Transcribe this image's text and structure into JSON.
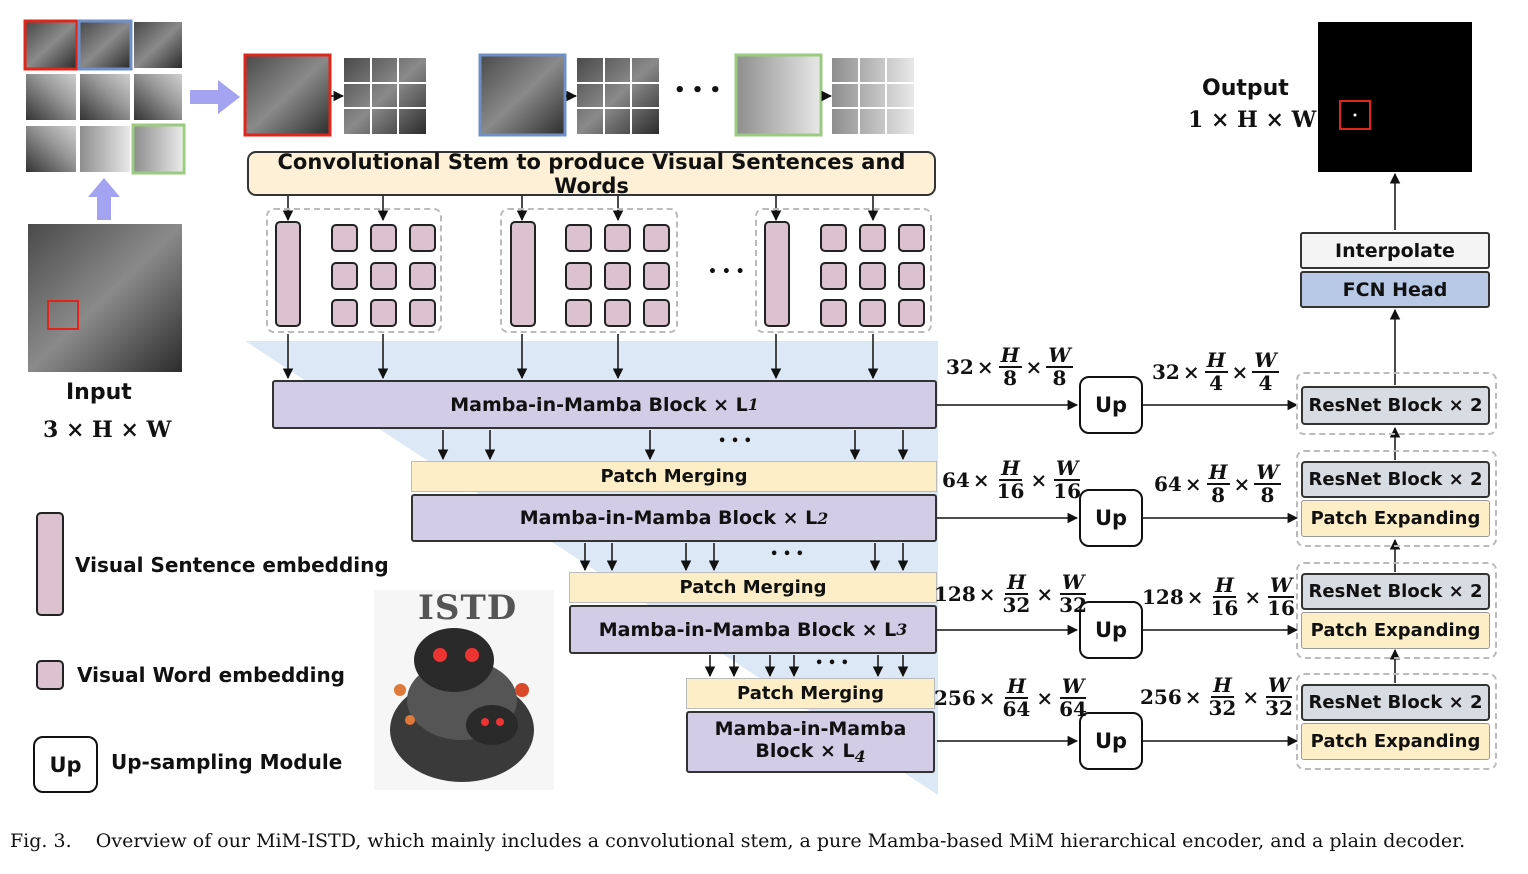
{
  "stem_label": "Convolutional Stem to produce Visual Sentences and Words",
  "input": {
    "title": "Input",
    "dims": "3 × H × W"
  },
  "output": {
    "title": "Output",
    "dims": "1 × H × W"
  },
  "ellipsis": "• • •",
  "dots_small": "• • •",
  "encoder": {
    "block1": "Mamba-in-Mamba Block × L",
    "block1_sub": "1",
    "block2": "Mamba-in-Mamba Block × L",
    "block2_sub": "2",
    "block3": "Mamba-in-Mamba Block × L",
    "block3_sub": "3",
    "block4_line1": "Mamba-in-Mamba",
    "block4_line2": "Block × L",
    "block4_sub": "4",
    "patch_merging": "Patch Merging"
  },
  "decoder": {
    "up": "Up",
    "resnet": "ResNet Block × 2",
    "patch_expanding": "Patch Expanding",
    "fcn_head": "FCN Head",
    "interpolate": "Interpolate"
  },
  "dims_left": [
    {
      "c": "32",
      "h": "H",
      "hd": "8",
      "w": "W",
      "wd": "8"
    },
    {
      "c": "64",
      "h": "H",
      "hd": "16",
      "w": "W",
      "wd": "16"
    },
    {
      "c": "128",
      "h": "H",
      "hd": "32",
      "w": "W",
      "wd": "32"
    },
    {
      "c": "256",
      "h": "H",
      "hd": "64",
      "w": "W",
      "wd": "64"
    }
  ],
  "dims_right": [
    {
      "c": "32",
      "h": "H",
      "hd": "4",
      "w": "W",
      "wd": "4"
    },
    {
      "c": "64",
      "h": "H",
      "hd": "8",
      "w": "W",
      "wd": "8"
    },
    {
      "c": "128",
      "h": "H",
      "hd": "16",
      "w": "W",
      "wd": "16"
    },
    {
      "c": "256",
      "h": "H",
      "hd": "32",
      "w": "W",
      "wd": "32"
    }
  ],
  "legend": {
    "sentence": "Visual Sentence embedding",
    "word": "Visual Word embedding",
    "up_symbol": "Up",
    "up": "Up-sampling Module"
  },
  "mascot_text": "ISTD",
  "caption": "Fig. 3.    Overview of our MiM-ISTD, which mainly includes a convolutional stem, a pure Mamba-based MiM hierarchical encoder, and a plain decoder.",
  "colors": {
    "red": "#e0251b",
    "blue": "#6f8fc8",
    "green": "#9acb80",
    "arrow_big": "#a3a3f2",
    "encoder_bg": "#dce8f5"
  }
}
